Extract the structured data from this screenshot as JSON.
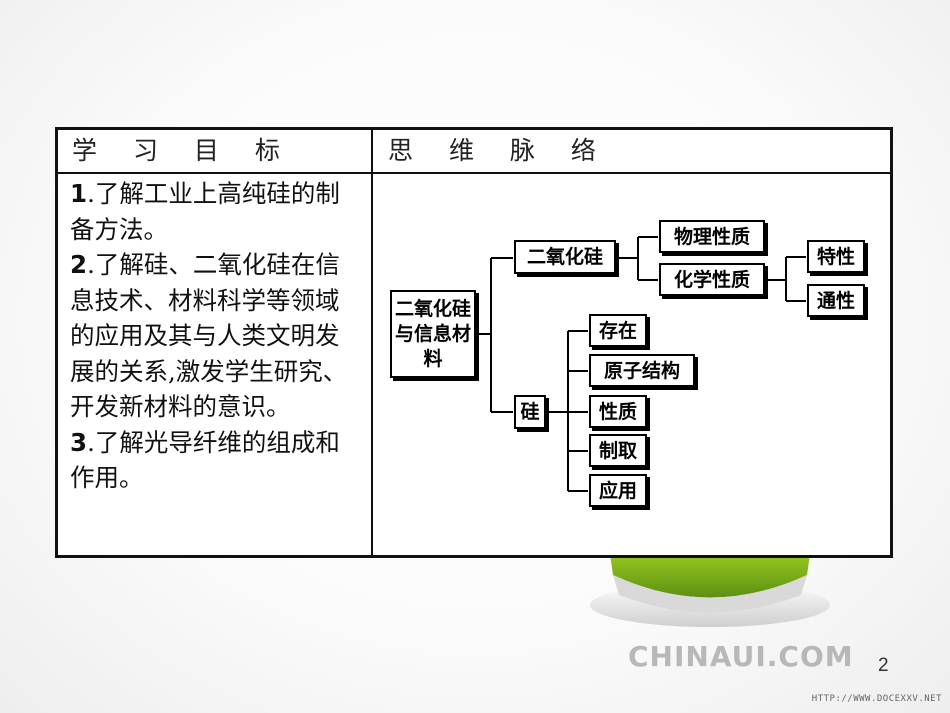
{
  "table": {
    "header_left": "学 习 目 标",
    "header_right": "思 维 脉 络",
    "goals": [
      {
        "num": "1",
        "text": ".了解工业上高纯硅的制备方法。"
      },
      {
        "num": "2",
        "text": ".了解硅、二氧化硅在信息技术、材料科学等领域的应用及其与人类文明发展的关系,激发学生研究、开发新材料的意识。"
      },
      {
        "num": "3",
        "text": ".了解光导纤维的组成和作用。"
      }
    ]
  },
  "mindmap": {
    "root": "二氧化硅与信息材料",
    "sio2": "二氧化硅",
    "physical": "物理性质",
    "chemical": "化学性质",
    "special": "特性",
    "general": "通性",
    "si": "硅",
    "si_children": [
      "存在",
      "原子结构",
      "性质",
      "制取",
      "应用"
    ]
  },
  "footer": {
    "brand": "CHINAUI.COM",
    "page_number": "2",
    "watermark": "HTTP://WWW.DOCEXXV.NET"
  },
  "colors": {
    "logo_green": "#a6d020",
    "border": "#111111"
  }
}
